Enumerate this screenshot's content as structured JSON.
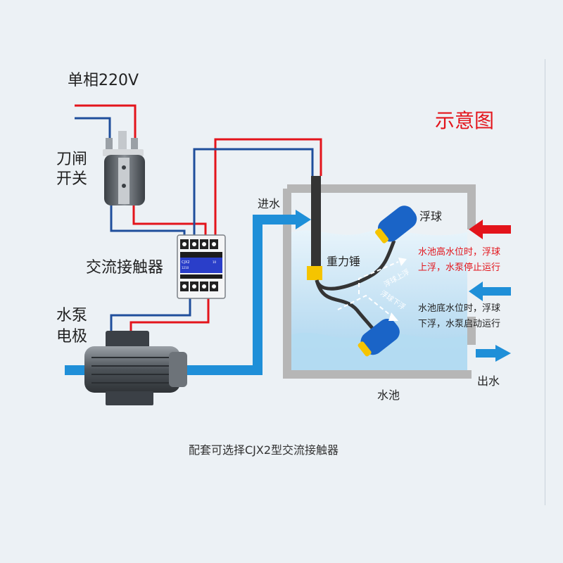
{
  "labels": {
    "power": "单相220V",
    "title": "示意图",
    "knife_switch_1": "刀闸",
    "knife_switch_2": "开关",
    "contactor": "交流接触器",
    "pump_1": "水泵",
    "pump_2": "电极",
    "inlet": "进水",
    "float": "浮球",
    "weight": "重力锤",
    "float_up": "浮球上浮",
    "float_down": "浮球下浮",
    "high_note_1": "水池高水位时，浮球",
    "high_note_2": "上浮，水泵停止运行",
    "low_note_1": "水池底水位时，浮球",
    "low_note_2": "下浮，水泵启动运行",
    "outlet": "出水",
    "pool": "水池",
    "caption": "配套可选择CJX2型交流接触器"
  },
  "contactor_face": {
    "model": "CJX2",
    "code": "1210",
    "rating": "10"
  },
  "colors": {
    "live_wire": "#e3141b",
    "neutral_wire": "#1f4e9c",
    "water_pipe": "#1f8fd8",
    "water": "#bfe0f2",
    "tank_wall": "#b6b6b6",
    "float_body": "#f5c400",
    "high_arrow": "#e3141b",
    "low_arrow": "#1f8fd8"
  }
}
